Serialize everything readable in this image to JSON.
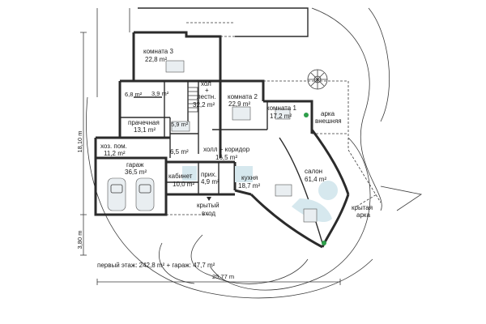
{
  "rooms": {
    "room3": {
      "name": "комната 3",
      "area": "22,8 m²"
    },
    "wc1": {
      "area": "6,8 m²"
    },
    "wc2": {
      "area": "3,9 m²"
    },
    "hall_stairs": {
      "name_l1": "хол",
      "name_l2": "+",
      "name_l3": "лестн.",
      "area": "32,2 m²"
    },
    "room2": {
      "name": "комната 2",
      "area": "22,9 m²"
    },
    "room1": {
      "name": "комната 1",
      "area": "17,2 m²"
    },
    "laundry": {
      "name": "прачечная",
      "area": "13,1 m²"
    },
    "bath": {
      "area": "5,9 m²"
    },
    "utility": {
      "name": "хоз. пом.",
      "area": "11,2 m²"
    },
    "closet": {
      "area": "6,5 m²"
    },
    "hall_corridor": {
      "name": "холл + коридор",
      "area": "16,5 m²"
    },
    "garage": {
      "name": "гараж",
      "area": "36,5 m²"
    },
    "office": {
      "name": "кабинет",
      "area": "10,0 m²"
    },
    "vestibule": {
      "name": "прих.",
      "area": "4,9 m²"
    },
    "kitchen": {
      "name": "кухня",
      "area": "18,7 m²"
    },
    "salon": {
      "name": "салон",
      "area": "61,4 m²"
    }
  },
  "labels": {
    "outer_arch_l1": "арка",
    "outer_arch_l2": "внешняя",
    "covered_arch_l1": "крытая",
    "covered_arch_l2": "арка",
    "covered_entry_l1": "крытый",
    "covered_entry_l2": "вход"
  },
  "dimensions": {
    "height_main": "18,10 m",
    "height_extra": "3,80 m",
    "width_total": "25,77 m"
  },
  "footer": {
    "area_summary": "первый этаж: 242,8 m² + гараж: 47,7 m²"
  },
  "colors": {
    "wall": "#2b2b2b",
    "furniture_tint": "#d6e8ee",
    "plant": "#2e9e4a"
  }
}
